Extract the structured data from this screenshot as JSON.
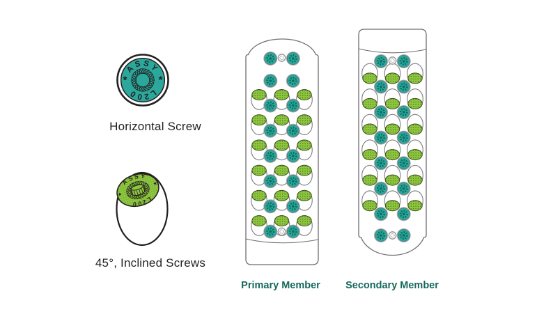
{
  "colors": {
    "teal": "#2BA89B",
    "teal_dark": "#0C6E64",
    "green": "#8DC63F",
    "green_dark": "#4F7A1D",
    "cap_outline": "#3C4A1E",
    "ring_gray": "#A7A9AC",
    "member_outline": "#6D6E71",
    "egg_outline": "#808285",
    "label_green": "#15695C",
    "ink": "#231F20"
  },
  "legend": {
    "horizontal_screw": {
      "label": "Horizontal Screw",
      "stamp_top": "ASSY",
      "stamp_bottom": "L200",
      "stamp_star": "*"
    },
    "inclined_screw": {
      "label": "45°, Inclined Screws",
      "stamp_top": "ASSY",
      "stamp_bottom": "L200",
      "stamp_star": "*"
    }
  },
  "members": [
    {
      "id": "primary",
      "label": "Primary Member",
      "counts": {
        "horizontal_screws": 16,
        "inclined_screws": 18,
        "pilot_holes": 2
      },
      "screw_layout": {
        "inclined_kind": "inclined_up",
        "inclined_cols": [
          372,
          404.5,
          437
        ],
        "inclined_rows": [
          143,
          179.2,
          215.4,
          251.6,
          287.8,
          324
        ],
        "horizontal_cols": [
          388.3,
          420.8
        ],
        "horizontal_rows": [
          84,
          116,
          151.5,
          187.7,
          223.9,
          260.1,
          296.3,
          332.5
        ],
        "pilots": [
          [
            404.5,
            83
          ],
          [
            404.5,
            332.5
          ]
        ]
      }
    },
    {
      "id": "secondary",
      "label": "Secondary Member",
      "counts": {
        "horizontal_screws": 16,
        "inclined_screws": 18,
        "pilot_holes": 2
      },
      "screw_layout": {
        "inclined_kind": "inclined_down",
        "inclined_cols": [
          531,
          563.5,
          596
        ],
        "inclined_rows": [
          105.5,
          142,
          178.6,
          215.2,
          251.7,
          288.3
        ],
        "horizontal_cols": [
          547,
          579.7
        ],
        "horizontal_rows": [
          88,
          124.5,
          161,
          197.6,
          234.2,
          270.7,
          307.3,
          338
        ],
        "pilots": [
          [
            563.5,
            87
          ],
          [
            563.5,
            338
          ]
        ]
      }
    }
  ]
}
